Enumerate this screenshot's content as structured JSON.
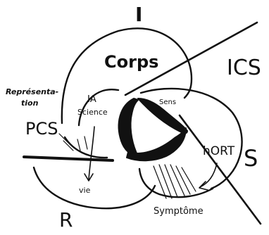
{
  "diagram": {
    "ink_color": "#111111",
    "background_color": "#ffffff",
    "labels": {
      "i": "I",
      "corps": "Corps",
      "ics": "ICS",
      "representation_1": "Représenta-",
      "representation_2": "tion",
      "ia": "IA",
      "science": "Science",
      "sens": "Sens",
      "pcs": "PCS",
      "hort": "hORT",
      "s": "S",
      "vie": "vie",
      "symptome": "Symptôme",
      "r": "R"
    }
  }
}
